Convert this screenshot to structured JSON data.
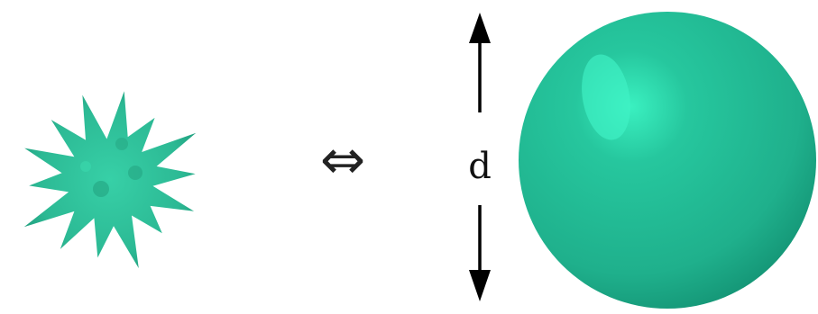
{
  "diagram": {
    "dimension_label": "d",
    "equivalence_symbol": "⇔",
    "shapes": [
      {
        "name": "spiky-particle",
        "color": "#2fbe98",
        "shadow": "#1f9a7a",
        "highlight": "#3ad8ae"
      },
      {
        "name": "smooth-sphere",
        "color": "#22b48f",
        "shadow": "#139273",
        "highlight": "#3af0c0"
      }
    ],
    "arrow_color": "#000000"
  }
}
